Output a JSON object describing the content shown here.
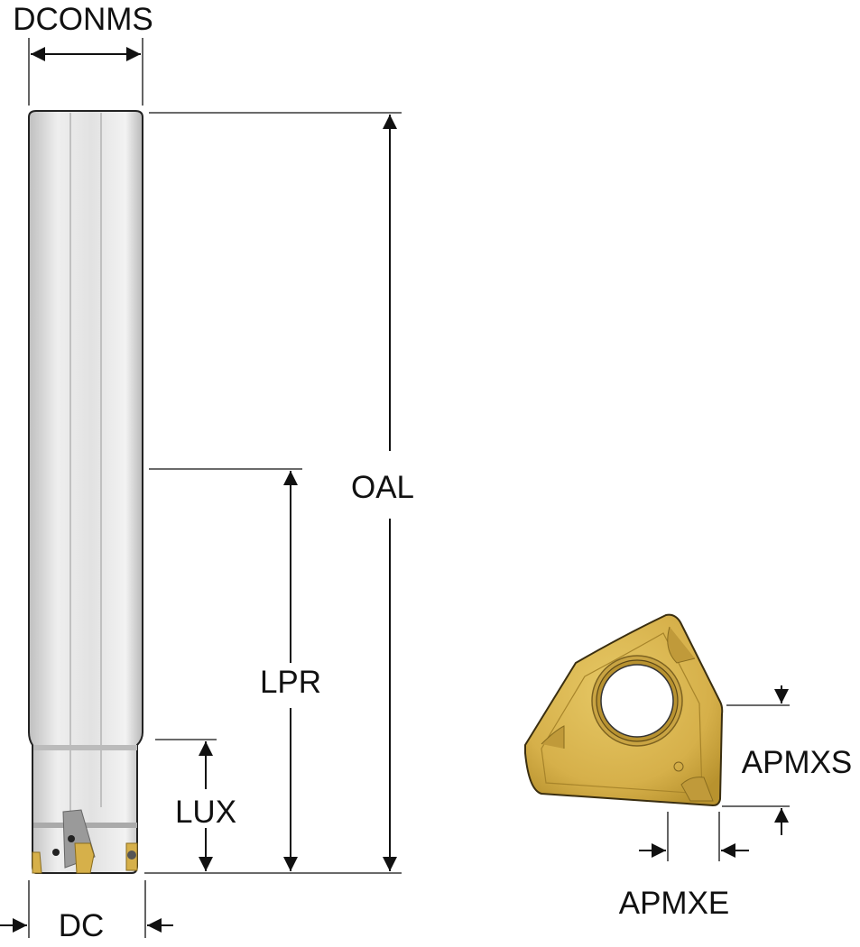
{
  "title": "End mill and insert dimension diagram",
  "labels": {
    "dconms": "DCONMS",
    "oal": "OAL",
    "lpr": "LPR",
    "lux": "LUX",
    "dc": "DC",
    "apmxs": "APMXS",
    "apmxe": "APMXE"
  },
  "colors": {
    "insert_gold": "#D9B54A",
    "shank_gray": "#DCDCDC",
    "line": "#111111"
  }
}
